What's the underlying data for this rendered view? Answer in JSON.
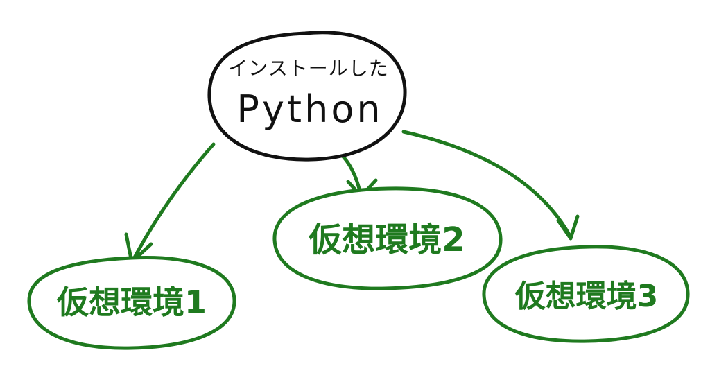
{
  "root": {
    "line1": "インストールした",
    "line2": "Python"
  },
  "children": [
    {
      "label": "仮想環境1"
    },
    {
      "label": "仮想環境2"
    },
    {
      "label": "仮想環境3"
    }
  ],
  "colors": {
    "root_stroke": "#111111",
    "root_text": "#111111",
    "env_stroke": "#1f7a1f",
    "env_text": "#1f7a1f",
    "arrow": "#1f7a1f"
  }
}
